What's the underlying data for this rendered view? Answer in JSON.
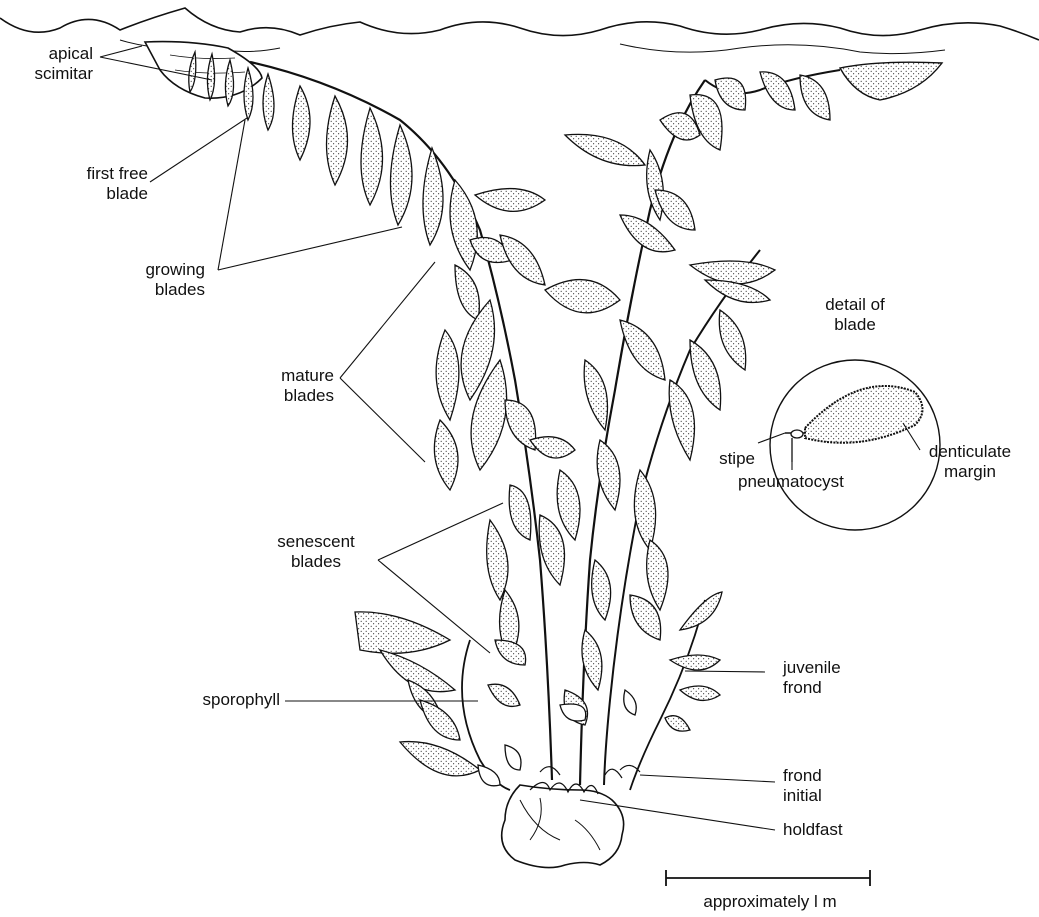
{
  "colors": {
    "ink": "#111111",
    "blade_fill": "#e4e4e4",
    "background": "#ffffff"
  },
  "labels": {
    "apical_scimitar": [
      "apical",
      "scimitar"
    ],
    "first_free_blade": [
      "first free",
      "blade"
    ],
    "growing_blades": [
      "growing",
      "blades"
    ],
    "mature_blades": [
      "mature",
      "blades"
    ],
    "senescent_blades": [
      "senescent",
      "blades"
    ],
    "sporophyll": "sporophyll",
    "detail_of_blade": [
      "detail of",
      "blade"
    ],
    "stipe": "stipe",
    "pneumatocyst": "pneumatocyst",
    "denticulate_margin": [
      "denticulate",
      "margin"
    ],
    "juvenile_frond": [
      "juvenile",
      "frond"
    ],
    "frond_initial": [
      "frond",
      "initial"
    ],
    "holdfast": "holdfast"
  },
  "scale_bar": {
    "label": "approximately l m"
  }
}
